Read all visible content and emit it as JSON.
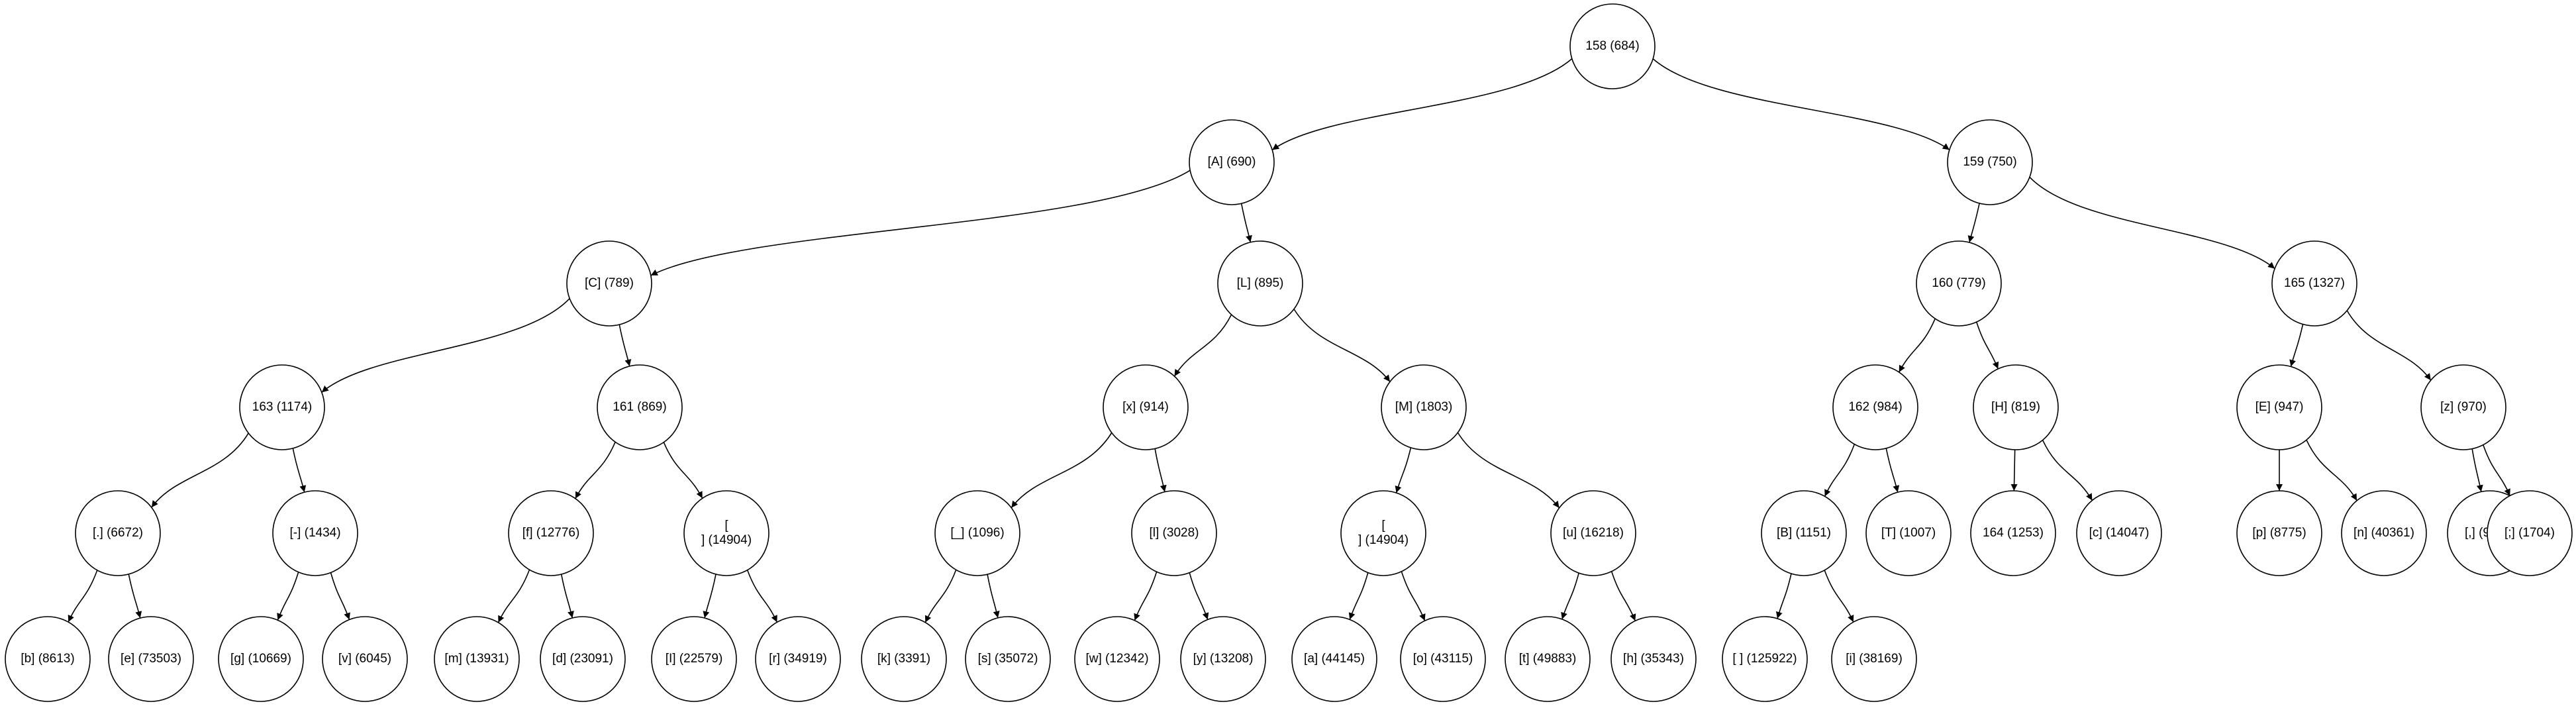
{
  "colors": {
    "background": "#ffffff",
    "stroke": "#000000",
    "text": "#000000"
  },
  "nodes": [
    {
      "id": "n158",
      "label": "158 (684)"
    },
    {
      "id": "nA",
      "label": "[A] (690)"
    },
    {
      "id": "n159",
      "label": "159 (750)"
    },
    {
      "id": "nC",
      "label": "[C] (789)"
    },
    {
      "id": "nL",
      "label": "[L] (895)"
    },
    {
      "id": "n160",
      "label": "160 (779)"
    },
    {
      "id": "n165",
      "label": "165 (1327)"
    },
    {
      "id": "n163",
      "label": "163 (1174)"
    },
    {
      "id": "n161",
      "label": "161 (869)"
    },
    {
      "id": "nx",
      "label": "[x] (914)"
    },
    {
      "id": "nM",
      "label": "[M] (1803)"
    },
    {
      "id": "n162",
      "label": "162 (984)"
    },
    {
      "id": "nH",
      "label": "[H] (819)"
    },
    {
      "id": "nE",
      "label": "[E] (947)"
    },
    {
      "id": "nz",
      "label": "[z] (970)"
    },
    {
      "id": "ndot",
      "label": "[.] (6672)"
    },
    {
      "id": "ndash",
      "label": "[-] (1434)"
    },
    {
      "id": "nf",
      "label": "[f] (12776)"
    },
    {
      "id": "nnl1",
      "label": "[\n] (14904)"
    },
    {
      "id": "nus",
      "label": "[_] (1096)"
    },
    {
      "id": "nl",
      "label": "[l] (3028)"
    },
    {
      "id": "nnl2",
      "label": "[\n] (14904)"
    },
    {
      "id": "nu",
      "label": "[u] (16218)"
    },
    {
      "id": "nB",
      "label": "[B] (1151)"
    },
    {
      "id": "nT",
      "label": "[T] (1007)"
    },
    {
      "id": "n164",
      "label": "164 (1253)"
    },
    {
      "id": "nc",
      "label": "[c] (14047)"
    },
    {
      "id": "np",
      "label": "[p] (8775)"
    },
    {
      "id": "nn",
      "label": "[n] (40361)"
    },
    {
      "id": "ncomma",
      "label": "[,] (9994)"
    },
    {
      "id": "ncolon",
      "label": "[;] (1704)"
    },
    {
      "id": "nb",
      "label": "[b] (8613)"
    },
    {
      "id": "ne",
      "label": "[e] (73503)"
    },
    {
      "id": "ng",
      "label": "[g] (10669)"
    },
    {
      "id": "nv",
      "label": "[v] (6045)"
    },
    {
      "id": "nm",
      "label": "[m] (13931)"
    },
    {
      "id": "nd",
      "label": "[d] (23091)"
    },
    {
      "id": "nI",
      "label": "[I] (22579)"
    },
    {
      "id": "nr",
      "label": "[r] (34919)"
    },
    {
      "id": "nk",
      "label": "[k] (3391)"
    },
    {
      "id": "ns",
      "label": "[s] (35072)"
    },
    {
      "id": "nw",
      "label": "[w] (12342)"
    },
    {
      "id": "ny",
      "label": "[y] (13208)"
    },
    {
      "id": "na",
      "label": "[a] (44145)"
    },
    {
      "id": "no",
      "label": "[o] (43115)"
    },
    {
      "id": "nt",
      "label": "[t] (49883)"
    },
    {
      "id": "nh",
      "label": "[h] (35343)"
    },
    {
      "id": "nspace",
      "label": "[ ] (125922)"
    },
    {
      "id": "ni",
      "label": "[i] (38169)"
    }
  ],
  "edges": [
    [
      "n158",
      "nA"
    ],
    [
      "n158",
      "n159"
    ],
    [
      "nA",
      "nC"
    ],
    [
      "nA",
      "nL"
    ],
    [
      "n159",
      "n160"
    ],
    [
      "n159",
      "n165"
    ],
    [
      "nC",
      "n163"
    ],
    [
      "nC",
      "n161"
    ],
    [
      "nL",
      "nx"
    ],
    [
      "nL",
      "nM"
    ],
    [
      "n160",
      "n162"
    ],
    [
      "n160",
      "nH"
    ],
    [
      "n165",
      "nE"
    ],
    [
      "n165",
      "nz"
    ],
    [
      "n163",
      "ndot"
    ],
    [
      "n163",
      "ndash"
    ],
    [
      "n161",
      "nf"
    ],
    [
      "n161",
      "nnl1"
    ],
    [
      "nx",
      "nus"
    ],
    [
      "nx",
      "nl"
    ],
    [
      "nM",
      "nnl2"
    ],
    [
      "nM",
      "nu"
    ],
    [
      "n162",
      "nB"
    ],
    [
      "n162",
      "nT"
    ],
    [
      "nH",
      "n164"
    ],
    [
      "nH",
      "nc"
    ],
    [
      "nE",
      "np"
    ],
    [
      "nE",
      "nn"
    ],
    [
      "nz",
      "ncomma"
    ],
    [
      "nz",
      "ncolon"
    ],
    [
      "ndot",
      "nb"
    ],
    [
      "ndot",
      "ne"
    ],
    [
      "ndash",
      "ng"
    ],
    [
      "ndash",
      "nv"
    ],
    [
      "nf",
      "nm"
    ],
    [
      "nf",
      "nd"
    ],
    [
      "nnl1",
      "nI"
    ],
    [
      "nnl1",
      "nr"
    ],
    [
      "nus",
      "nk"
    ],
    [
      "nus",
      "ns"
    ],
    [
      "nl",
      "nw"
    ],
    [
      "nl",
      "ny"
    ],
    [
      "nnl2",
      "na"
    ],
    [
      "nnl2",
      "no"
    ],
    [
      "nu",
      "nt"
    ],
    [
      "nu",
      "nh"
    ],
    [
      "nB",
      "nspace"
    ],
    [
      "nB",
      "ni"
    ]
  ]
}
